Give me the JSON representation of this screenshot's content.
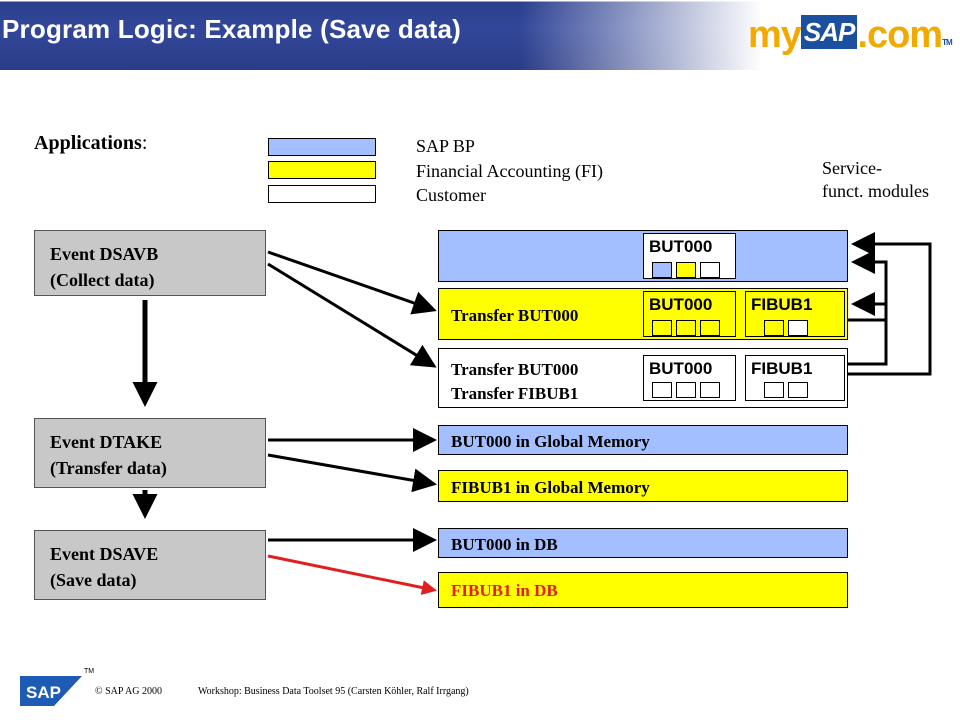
{
  "header": {
    "title": "Program Logic: Example (Save data)"
  },
  "logo": {
    "my": "my",
    "sap": "SAP",
    "com": ".com",
    "tm": "TM"
  },
  "applications_label": "Applications",
  "applications_colon": ":",
  "legend": [
    {
      "label": "SAP BP",
      "color": "#a4bfff"
    },
    {
      "label": "Financial Accounting (FI)",
      "color": "#ffff00"
    },
    {
      "label": "Customer",
      "color": "#ffffff"
    }
  ],
  "service_label": {
    "line1": "Service-",
    "line2": "funct. modules"
  },
  "events": [
    {
      "line1": "Event DSAVB",
      "line2": "(Collect data)"
    },
    {
      "line1": "Event DTAKE",
      "line2": "(Transfer data)"
    },
    {
      "line1": "Event DSAVE",
      "line2": "(Save data)"
    }
  ],
  "rows": {
    "bp_row": {
      "modules": [
        {
          "label": "BUT000"
        }
      ]
    },
    "fi_row": {
      "text": "Transfer BUT000",
      "modules": [
        {
          "label": "BUT000"
        },
        {
          "label": "FIBUB1"
        }
      ]
    },
    "customer_row": {
      "line1": "Transfer BUT000",
      "line2": "Transfer FIBUB1",
      "modules": [
        {
          "label": "BUT000"
        },
        {
          "label": "FIBUB1"
        }
      ]
    },
    "global_bp": "BUT000 in Global Memory",
    "global_fi": "FIBUB1 in Global Memory",
    "db_bp": "BUT000 in DB",
    "db_fi": "FIBUB1 in DB"
  },
  "colors": {
    "bp": "#a4bfff",
    "fi": "#ffff00",
    "customer": "#ffffff",
    "event": "#c8c8c8",
    "highlight": "#e02020",
    "header": "#2e4394"
  },
  "footer": {
    "sap_logo": "SAP",
    "tm": "TM",
    "copyright": "© SAP AG 2000",
    "workshop": "Workshop: Business Data Toolset 95 (Carsten Köhler, Ralf Irrgang)"
  }
}
